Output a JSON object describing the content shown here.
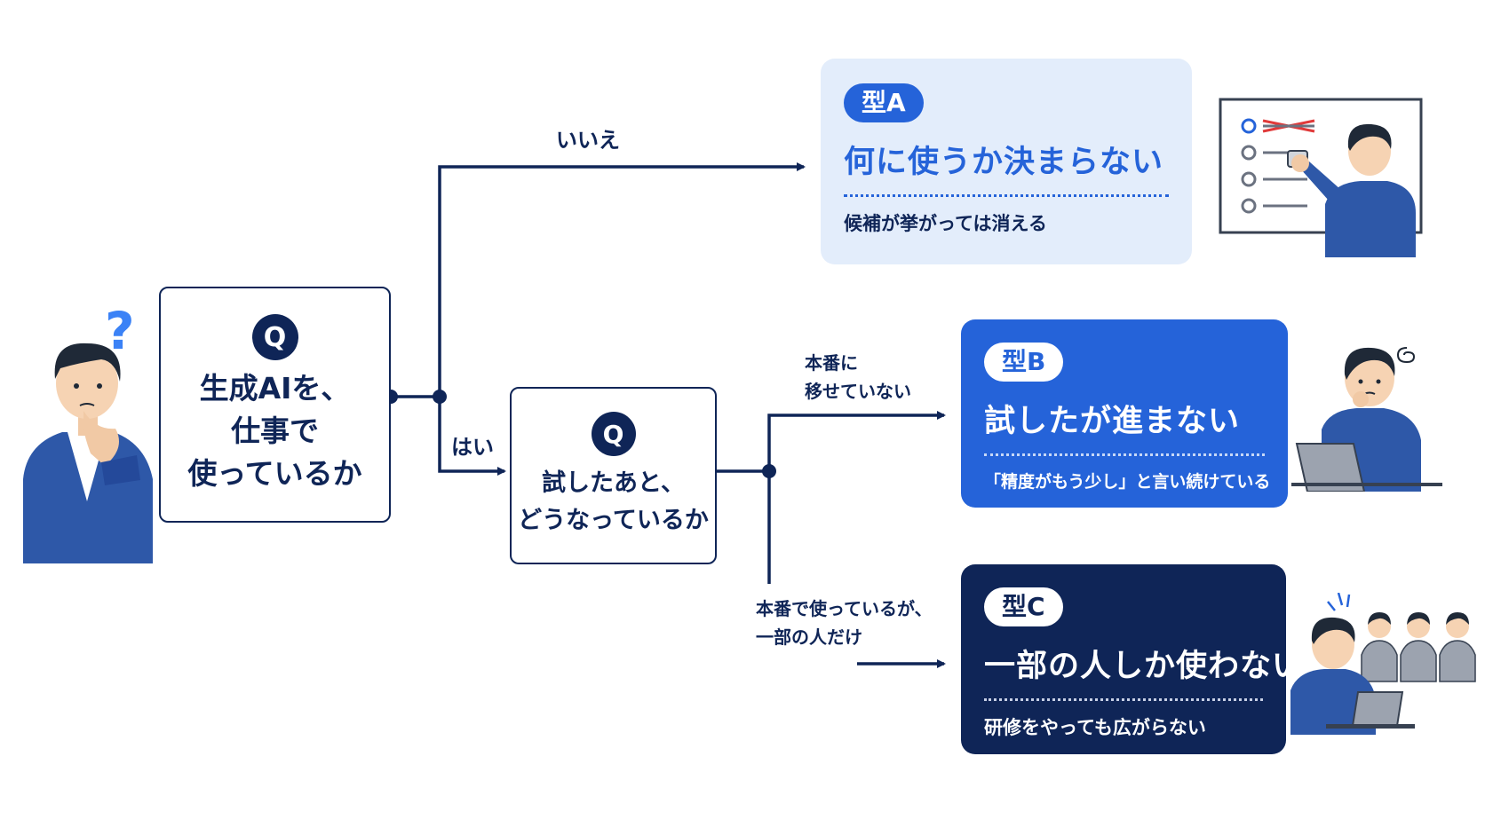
{
  "question1": {
    "badge": "Q",
    "lines": [
      "生成AIを、",
      "仕事で",
      "使っているか"
    ]
  },
  "question2": {
    "badge": "Q",
    "lines": [
      "試したあと、",
      "どうなっているか"
    ]
  },
  "branches": {
    "no": "いいえ",
    "yes": "はい",
    "not_in_production": [
      "本番に",
      "移せていない"
    ],
    "partial_use": [
      "本番で使っているが、",
      "一部の人だけ"
    ]
  },
  "types": [
    {
      "badge": "型A",
      "title": "何に使うか決まらない",
      "subtitle": "候補が挙がっては消える"
    },
    {
      "badge": "型B",
      "title": "試したが進まない",
      "subtitle": "「精度がもう少し」と言い続けている"
    },
    {
      "badge": "型C",
      "title": "一部の人しか使わない",
      "subtitle": "研修をやっても広がらない"
    }
  ],
  "colors": {
    "navy": "#0f2557",
    "blue": "#2563d9",
    "light_blue": "#e3edfb",
    "accent_red": "#e03a3a"
  },
  "icons": {
    "thinking_person": "person-question-icon",
    "whiteboard_person": "whiteboard-person-icon",
    "laptop_person": "confused-laptop-person-icon",
    "group": "group-watching-icon"
  }
}
